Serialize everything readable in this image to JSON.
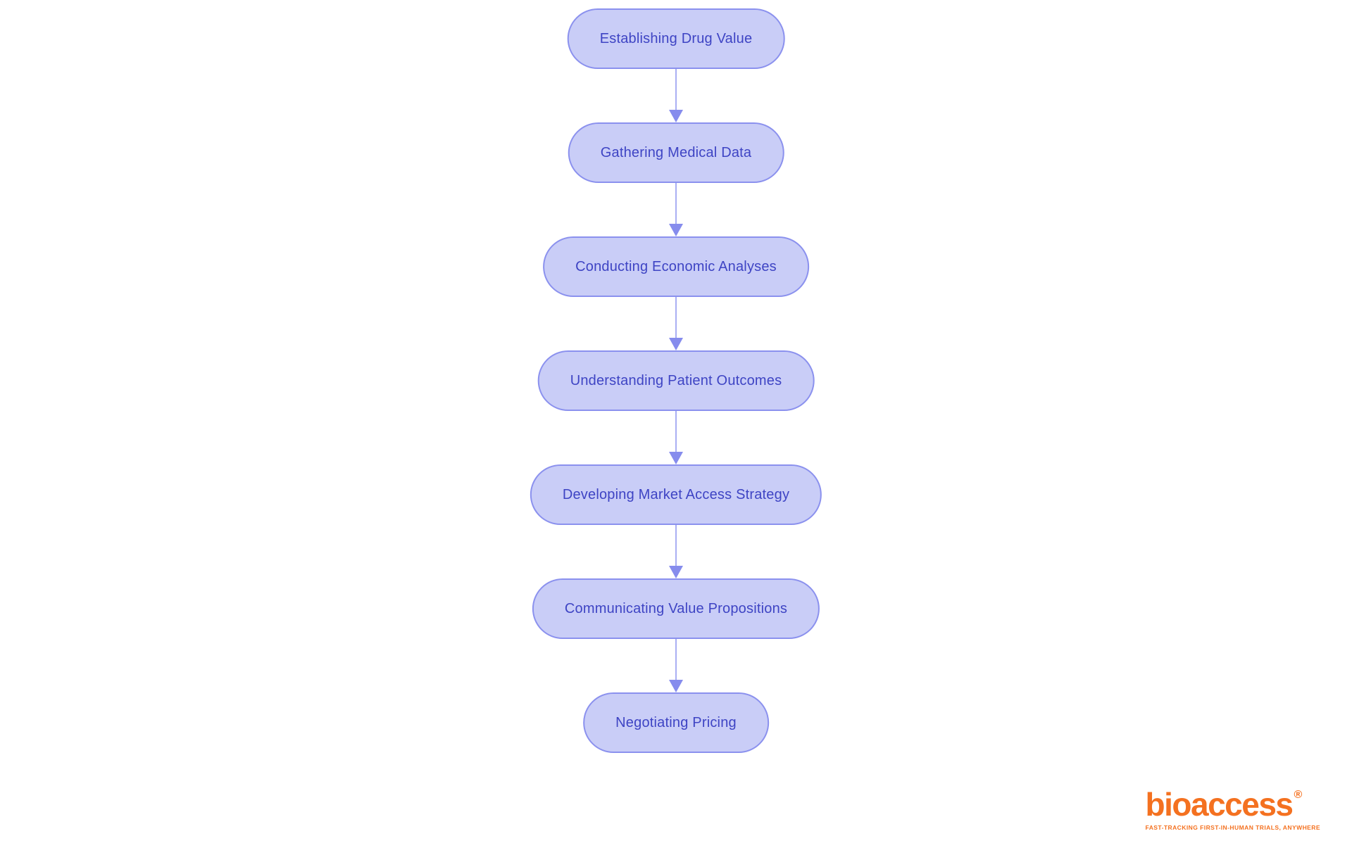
{
  "flowchart": {
    "nodes": [
      {
        "label": "Establishing Drug Value"
      },
      {
        "label": "Gathering Medical Data"
      },
      {
        "label": "Conducting Economic Analyses"
      },
      {
        "label": "Understanding Patient Outcomes"
      },
      {
        "label": "Developing Market Access Strategy"
      },
      {
        "label": "Communicating Value Propositions"
      },
      {
        "label": "Negotiating Pricing"
      }
    ],
    "colors": {
      "node_fill": "#c9cdf7",
      "node_border": "#8b91ee",
      "node_text": "#3e44c4",
      "arrow_stem": "#a9aff3",
      "arrow_head": "#868ced"
    }
  },
  "logo": {
    "brand": "bioaccess",
    "registered_mark": "®",
    "tagline": "FAST-TRACKING FIRST-IN-HUMAN TRIALS, ANYWHERE",
    "color": "#f47120"
  },
  "background": "#ffffff"
}
